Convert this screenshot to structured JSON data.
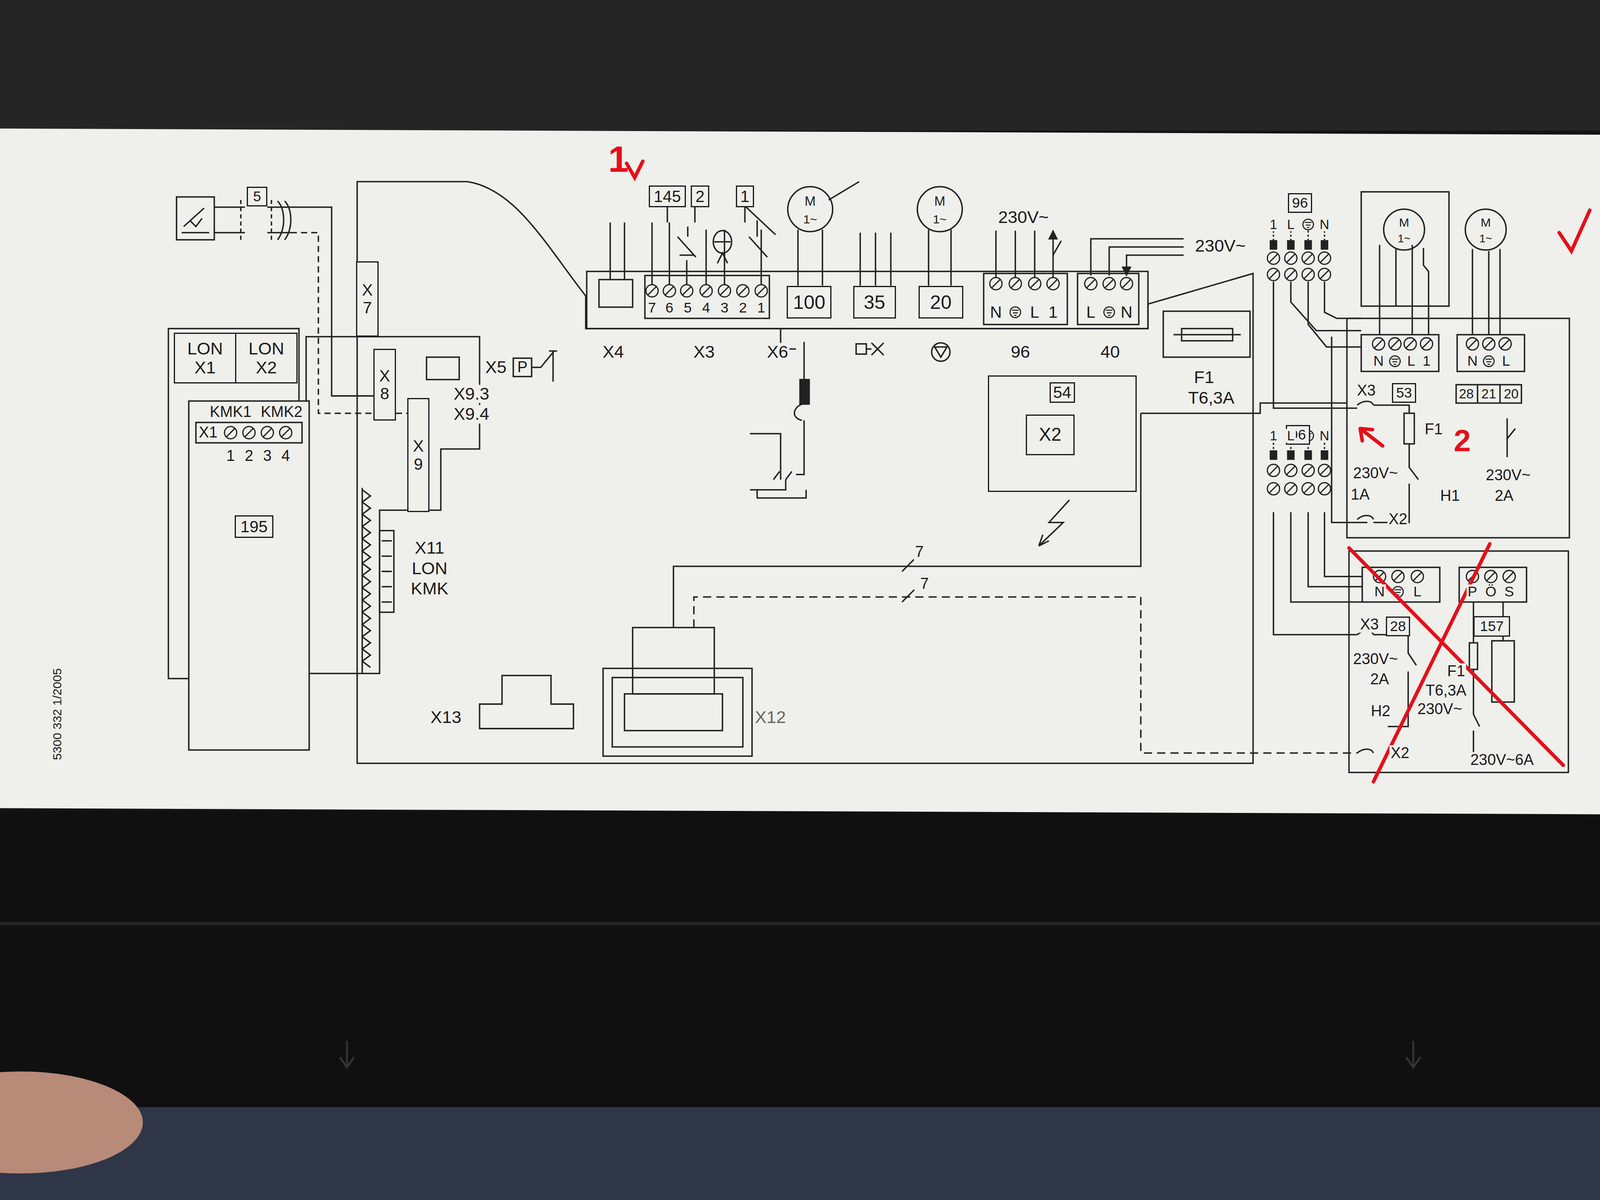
{
  "diagram": {
    "nodes": [
      {
        "text": [
          "5"
        ]
      },
      {
        "text": [
          "145"
        ]
      },
      {
        "text": [
          "2"
        ]
      },
      {
        "text": [
          "1"
        ]
      },
      {
        "text": [
          "100"
        ]
      },
      {
        "text": [
          "35"
        ]
      },
      {
        "text": [
          "20"
        ]
      },
      {
        "text": [
          "X7"
        ]
      },
      {
        "text": [
          "X8"
        ]
      },
      {
        "text": [
          "X9"
        ]
      },
      {
        "text": [
          "LON X1"
        ]
      },
      {
        "text": [
          "LON X2"
        ]
      },
      {
        "text": [
          "195"
        ]
      },
      {
        "text": [
          "54"
        ]
      },
      {
        "text": [
          "X2"
        ],
        "in": 13
      },
      {
        "text": [
          "96"
        ]
      },
      {
        "text": [
          "53"
        ]
      },
      {
        "text": [
          "96"
        ]
      },
      {
        "text": [
          "28"
        ]
      },
      {
        "text": [
          "157"
        ]
      }
    ],
    "labels": [
      "1",
      "2",
      "230V~",
      "230V~",
      "7",
      "6",
      "5",
      "4",
      "3",
      "2",
      "1",
      "N",
      "L",
      "1",
      "L",
      "N",
      "X4",
      "X3",
      "X6",
      "96",
      "40",
      "F1",
      "T6,3A",
      "X5",
      "P",
      "X9.3",
      "X9.4",
      "KMK1",
      "KMK2",
      "X1",
      "1",
      "2",
      "3",
      "4",
      "X11",
      "LON",
      "KMK",
      "7",
      "7",
      "X13",
      "X12",
      "5300 332 1/2005",
      "1",
      "L",
      "N",
      "N",
      "L",
      "1",
      "N",
      "L",
      "X3",
      "28",
      "21",
      "20",
      "F1",
      "230V~",
      "1A",
      "H1",
      "230V~",
      "2A",
      "X2",
      "1",
      "L",
      "N",
      "N",
      "L",
      "P",
      "Ö",
      "S",
      "X3",
      "230V~",
      "2A",
      "F1",
      "T6,3A",
      "230V~",
      "H2",
      "X2",
      "230V~6A",
      "M",
      "1~",
      "M",
      "1~",
      "M",
      "1~",
      "M",
      "1~"
    ]
  }
}
